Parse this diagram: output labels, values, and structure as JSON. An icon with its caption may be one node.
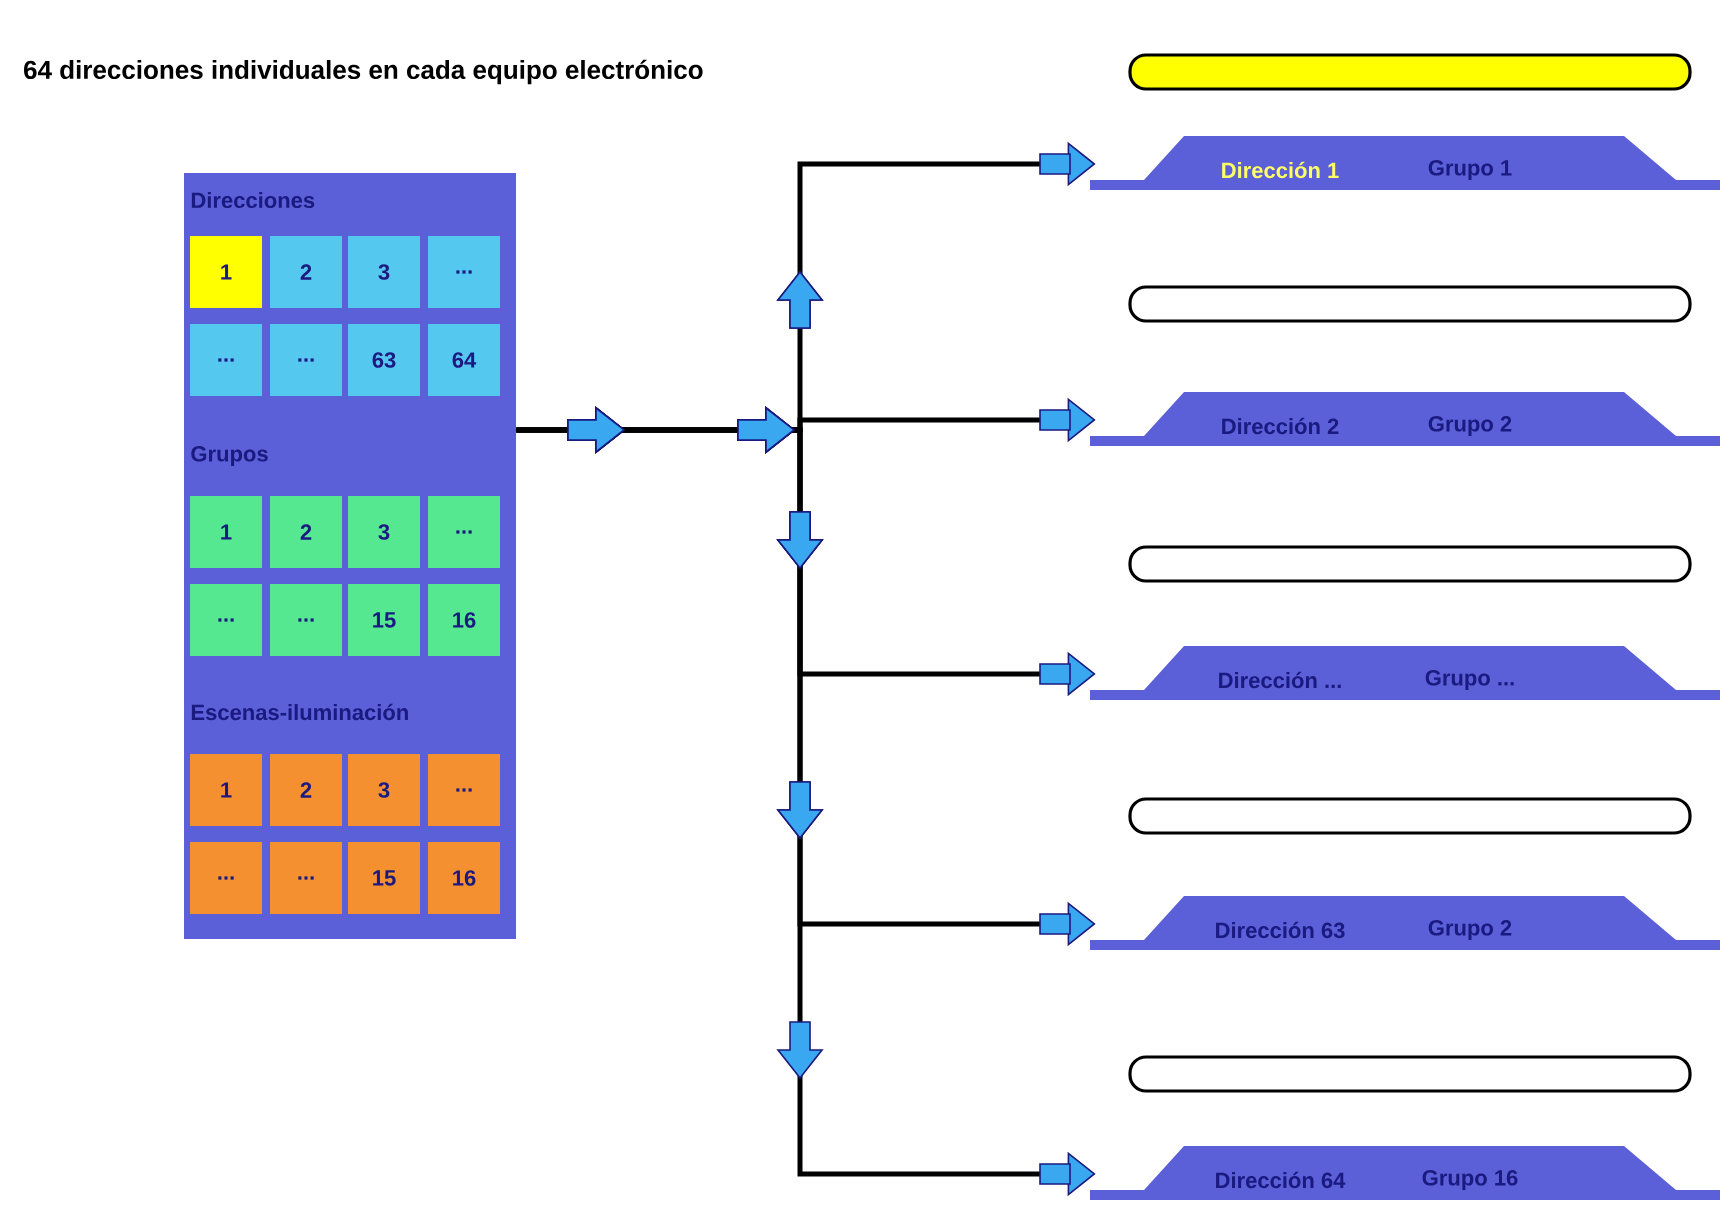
{
  "diagram": {
    "title": "64 direcciones individuales en cada equipo electrónico",
    "nodes": [
      {
        "text": [],
        "shape": "capsule"
      },
      {
        "text": [
          "Direcciones",
          "Grupos",
          "Escenas-iluminación"
        ]
      },
      {
        "text": [
          "1"
        ],
        "in": 1
      },
      {
        "text": [
          "2"
        ],
        "in": 1
      },
      {
        "text": [
          "3"
        ],
        "in": 1
      },
      {
        "text": [
          "..."
        ],
        "in": 1
      },
      {
        "text": [
          "..."
        ],
        "in": 1
      },
      {
        "text": [
          "..."
        ],
        "in": 1
      },
      {
        "text": [
          "63"
        ],
        "in": 1
      },
      {
        "text": [
          "64"
        ],
        "in": 1
      },
      {
        "text": [
          "1"
        ],
        "in": 1
      },
      {
        "text": [
          "2"
        ],
        "in": 1
      },
      {
        "text": [
          "3"
        ],
        "in": 1
      },
      {
        "text": [
          "..."
        ],
        "in": 1
      },
      {
        "text": [
          "..."
        ],
        "in": 1
      },
      {
        "text": [
          "..."
        ],
        "in": 1
      },
      {
        "text": [
          "15"
        ],
        "in": 1
      },
      {
        "text": [
          "16"
        ],
        "in": 1
      },
      {
        "text": [
          "1"
        ],
        "in": 1
      },
      {
        "text": [
          "2"
        ],
        "in": 1
      },
      {
        "text": [
          "3"
        ],
        "in": 1
      },
      {
        "text": [
          "..."
        ],
        "in": 1
      },
      {
        "text": [
          "..."
        ],
        "in": 1
      },
      {
        "text": [
          "..."
        ],
        "in": 1
      },
      {
        "text": [
          "15"
        ],
        "in": 1
      },
      {
        "text": [
          "16"
        ],
        "in": 1
      },
      {
        "text": [
          "Dirección 1",
          "Grupo 1"
        ]
      },
      {
        "text": [],
        "shape": "capsule"
      },
      {
        "text": [
          "Dirección 2",
          "Grupo 2"
        ]
      },
      {
        "text": [],
        "shape": "capsule"
      },
      {
        "text": [
          "Dirección ...",
          "Grupo ..."
        ]
      },
      {
        "text": [],
        "shape": "capsule"
      },
      {
        "text": [
          "Dirección 63",
          "Grupo 2"
        ]
      },
      {
        "text": [],
        "shape": "capsule"
      },
      {
        "text": [
          "Dirección 64",
          "Grupo 16"
        ]
      }
    ],
    "edges": [
      {
        "from": 1,
        "to": 26,
        "arrow": "to"
      },
      {
        "from": 1,
        "to": 28,
        "arrow": "to"
      },
      {
        "from": 1,
        "to": 30,
        "arrow": "to"
      },
      {
        "from": 1,
        "to": 32,
        "arrow": "to"
      },
      {
        "from": 1,
        "to": 34,
        "arrow": "to"
      }
    ]
  }
}
